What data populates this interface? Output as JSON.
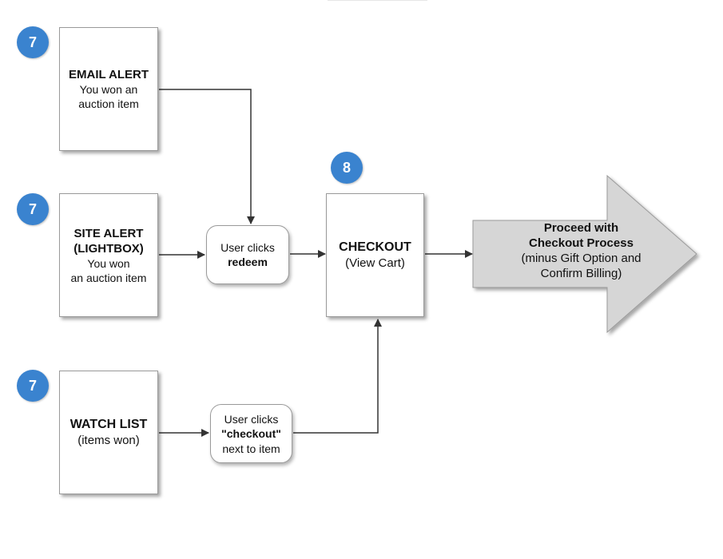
{
  "badges": {
    "email": "7",
    "site": "7",
    "watch": "7",
    "checkout": "8"
  },
  "email_alert": {
    "title": "EMAIL ALERT",
    "line1": "You won an",
    "line2": "auction item"
  },
  "site_alert": {
    "title1": "SITE ALERT",
    "title2": "(LIGHTBOX)",
    "line1": "You won",
    "line2": "an auction item"
  },
  "watch_list": {
    "title": "WATCH LIST",
    "line1": "(items won)"
  },
  "redeem_step": {
    "line1": "User clicks",
    "line2": "redeem"
  },
  "checkout_step": {
    "line1": "User clicks",
    "line2": "\"checkout\"",
    "line3": "next to item"
  },
  "checkout_box": {
    "title": "CHECKOUT",
    "line1": "(View Cart)"
  },
  "proceed_arrow": {
    "line1": "Proceed with",
    "line2": "Checkout Process",
    "line3": "(minus Gift Option and",
    "line4": "Confirm Billing)"
  },
  "colors": {
    "badge": "#3a83cf",
    "arrow_fill": "#d6d6d6",
    "connector": "#333333"
  }
}
